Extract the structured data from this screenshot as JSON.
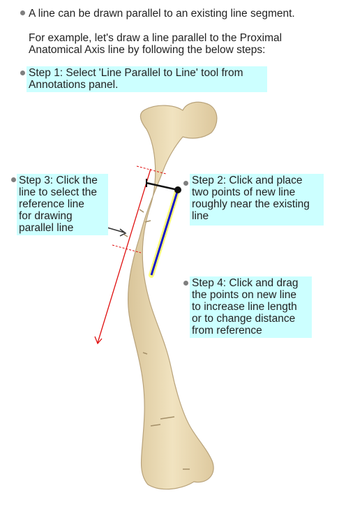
{
  "intro": {
    "line1": "A line can be drawn parallel to an existing line segment.",
    "line2a": "For example, let's draw a line parallel to the Proximal",
    "line2b": "Anatomical Axis line by following the below steps:"
  },
  "steps": {
    "step1": {
      "line1": "Step 1: Select 'Line Parallel to Line' tool from",
      "line2": "Annotations panel."
    },
    "step2": {
      "line1": "Step 2: Click and place",
      "line2": "two points of new line",
      "line3": "roughly near the existing",
      "line4": "line"
    },
    "step3": {
      "line1": "Step 3: Click the",
      "line2": "line to select the",
      "line3": "reference line",
      "line4": "for drawing",
      "line5": "parallel line"
    },
    "step4": {
      "line1": "Step 4: Click and drag",
      "line2": "the points on new line",
      "line3": "to increase line length",
      "line4": "or to change distance",
      "line5": "from reference"
    }
  },
  "colors": {
    "highlight": "#ccffff",
    "bone": "#ecdcb5",
    "bone_outline": "#b8a27a",
    "reference_line": "#e01010",
    "parallel_line": "#1010cc",
    "parallel_glow": "#ffff66",
    "handle": "#111111"
  }
}
